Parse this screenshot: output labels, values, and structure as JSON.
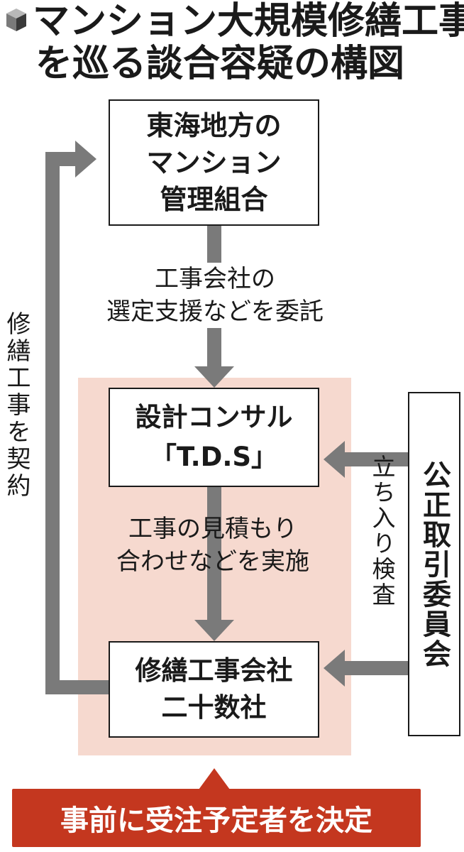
{
  "title": {
    "line1": "マンション大規模修繕工事",
    "line2": "を巡る談合容疑の構図",
    "icon": "cube-icon"
  },
  "nodes": {
    "kanri": {
      "lines": [
        "東海地方の",
        "マンション",
        "管理組合"
      ]
    },
    "tds": {
      "lines": [
        "設計コンサル",
        "「T.D.S」"
      ]
    },
    "shuzen": {
      "lines": [
        "修繕工事会社",
        "二十数社"
      ]
    },
    "jftc": {
      "label": "公正取引委員会"
    }
  },
  "edges": {
    "sentei": {
      "lines": [
        "工事会社の",
        "選定支援などを委託"
      ]
    },
    "mitsumori": {
      "lines": [
        "工事の見積もり",
        "合わせなどを実施"
      ]
    },
    "tachiiri": {
      "label": "立ち入り検査"
    },
    "keiyaku": {
      "label": "修繕工事を契約"
    }
  },
  "conclusion": {
    "label": "事前に受注予定者を決定"
  },
  "colors": {
    "arrow": "#7a7a7a",
    "highlight_zone": "#f6d9cf",
    "conclusion_bg": "#c4371f",
    "conclusion_text": "#ffffff"
  }
}
